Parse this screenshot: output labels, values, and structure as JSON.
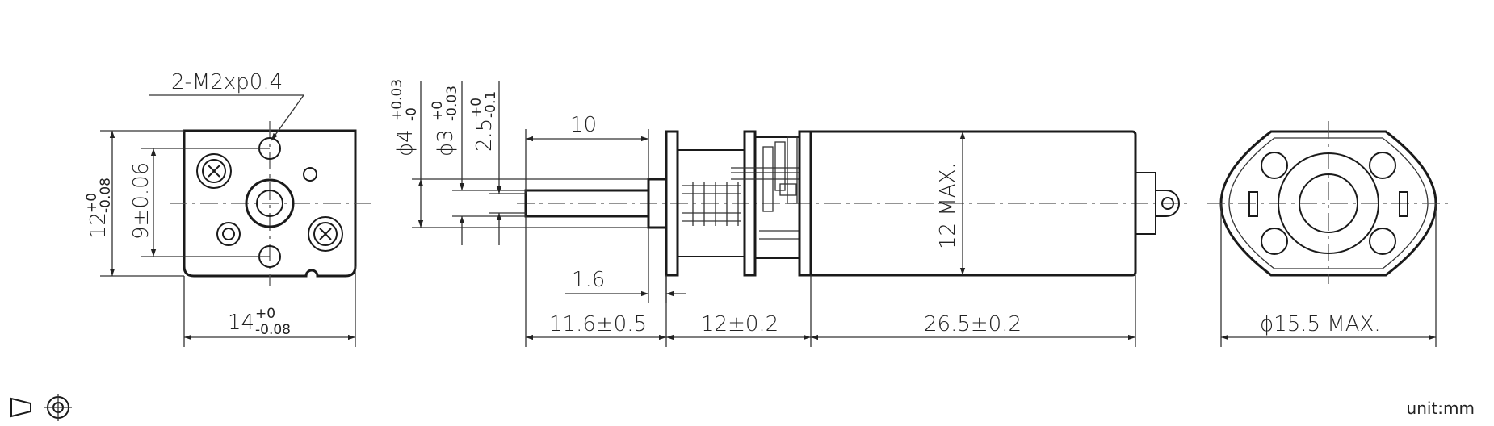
{
  "labels": {
    "thread": "2-M2xp0.4",
    "front_height_main": "12",
    "front_height_tol_upper": "+0",
    "front_height_tol_lower": "-0.08",
    "hole_pitch": "9±0.06",
    "front_width_main": "14",
    "front_width_tol_upper": "+0",
    "front_width_tol_lower": "-0.08",
    "boss_dia_main": "ϕ4",
    "boss_dia_tol_upper": "+0.03",
    "boss_dia_tol_lower": "-0",
    "shaft_dia_main": "ϕ3",
    "shaft_dia_tol_upper": "+0",
    "shaft_dia_tol_lower": "-0.03",
    "flat_main": "2.5",
    "flat_tol_upper": "+0",
    "flat_tol_lower": "-0.1",
    "flat_length": "10",
    "boss_length": "1.6",
    "shaft_length": "11.6±0.5",
    "gearbox_length": "12±0.2",
    "motor_length": "26.5±0.2",
    "motor_dia": "12 MAX.",
    "rear_dia": "ϕ15.5 MAX.",
    "unit": "unit:mm"
  },
  "symbols": {
    "projection_icon": "third-angle-projection-icon"
  }
}
